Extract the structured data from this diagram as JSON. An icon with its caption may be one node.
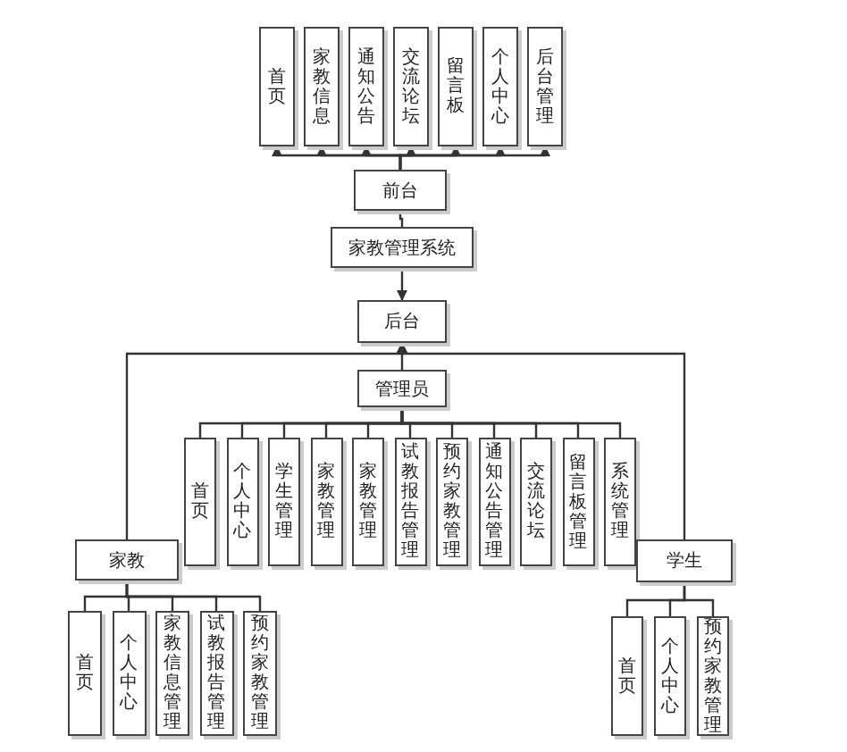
{
  "diagram": {
    "nodes": [
      {
        "text": [
          "首页"
        ]
      },
      {
        "text": [
          "家教信息"
        ]
      },
      {
        "text": [
          "通知公告"
        ]
      },
      {
        "text": [
          "交流论坛"
        ]
      },
      {
        "text": [
          "留言板"
        ]
      },
      {
        "text": [
          "个人中心"
        ]
      },
      {
        "text": [
          "后台管理"
        ]
      },
      {
        "text": [
          "前台"
        ]
      },
      {
        "text": [
          "家教管理系统"
        ]
      },
      {
        "text": [
          "后台"
        ]
      },
      {
        "text": [
          "管理员"
        ]
      },
      {
        "text": [
          "首页"
        ]
      },
      {
        "text": [
          "个人中心"
        ]
      },
      {
        "text": [
          "学生管理"
        ]
      },
      {
        "text": [
          "家教管理"
        ]
      },
      {
        "text": [
          "家教管理"
        ]
      },
      {
        "text": [
          "试教报告管理"
        ]
      },
      {
        "text": [
          "预约家教管理"
        ]
      },
      {
        "text": [
          "通知公告管理"
        ]
      },
      {
        "text": [
          "交流论坛"
        ]
      },
      {
        "text": [
          "留言板管理"
        ]
      },
      {
        "text": [
          "系统管理"
        ]
      },
      {
        "text": [
          "家教"
        ]
      },
      {
        "text": [
          "首页"
        ]
      },
      {
        "text": [
          "个人中心"
        ]
      },
      {
        "text": [
          "家教信息管理"
        ]
      },
      {
        "text": [
          "试教报告管理"
        ]
      },
      {
        "text": [
          "预约家教管理"
        ]
      },
      {
        "text": [
          "学生"
        ]
      },
      {
        "text": [
          "首页"
        ]
      },
      {
        "text": [
          "个人中心"
        ]
      },
      {
        "text": [
          "预约家教管理"
        ]
      }
    ],
    "edges": [
      {
        "from": 7,
        "to": 0,
        "arrow": "to"
      },
      {
        "from": 7,
        "to": 1,
        "arrow": "to"
      },
      {
        "from": 7,
        "to": 2,
        "arrow": "to"
      },
      {
        "from": 7,
        "to": 3,
        "arrow": "to"
      },
      {
        "from": 7,
        "to": 4,
        "arrow": "to"
      },
      {
        "from": 7,
        "to": 5,
        "arrow": "to"
      },
      {
        "from": 7,
        "to": 6,
        "arrow": "to"
      },
      {
        "from": 7,
        "to": 8,
        "arrow": "none"
      },
      {
        "from": 8,
        "to": 9,
        "arrow": "to"
      },
      {
        "from": 10,
        "to": 9,
        "arrow": "to"
      },
      {
        "from": 22,
        "to": 9,
        "arrow": "to"
      },
      {
        "from": 28,
        "to": 9,
        "arrow": "to"
      },
      {
        "from": 10,
        "to": 11,
        "arrow": "none"
      },
      {
        "from": 10,
        "to": 12,
        "arrow": "none"
      },
      {
        "from": 10,
        "to": 13,
        "arrow": "none"
      },
      {
        "from": 10,
        "to": 14,
        "arrow": "none"
      },
      {
        "from": 10,
        "to": 15,
        "arrow": "none"
      },
      {
        "from": 10,
        "to": 16,
        "arrow": "none"
      },
      {
        "from": 10,
        "to": 17,
        "arrow": "none"
      },
      {
        "from": 10,
        "to": 18,
        "arrow": "none"
      },
      {
        "from": 10,
        "to": 19,
        "arrow": "none"
      },
      {
        "from": 10,
        "to": 20,
        "arrow": "none"
      },
      {
        "from": 10,
        "to": 21,
        "arrow": "none"
      },
      {
        "from": 22,
        "to": 23,
        "arrow": "none"
      },
      {
        "from": 22,
        "to": 24,
        "arrow": "none"
      },
      {
        "from": 22,
        "to": 25,
        "arrow": "none"
      },
      {
        "from": 22,
        "to": 26,
        "arrow": "none"
      },
      {
        "from": 22,
        "to": 27,
        "arrow": "none"
      },
      {
        "from": 28,
        "to": 29,
        "arrow": "none"
      },
      {
        "from": 28,
        "to": 30,
        "arrow": "none"
      },
      {
        "from": 28,
        "to": 31,
        "arrow": "none"
      }
    ]
  }
}
